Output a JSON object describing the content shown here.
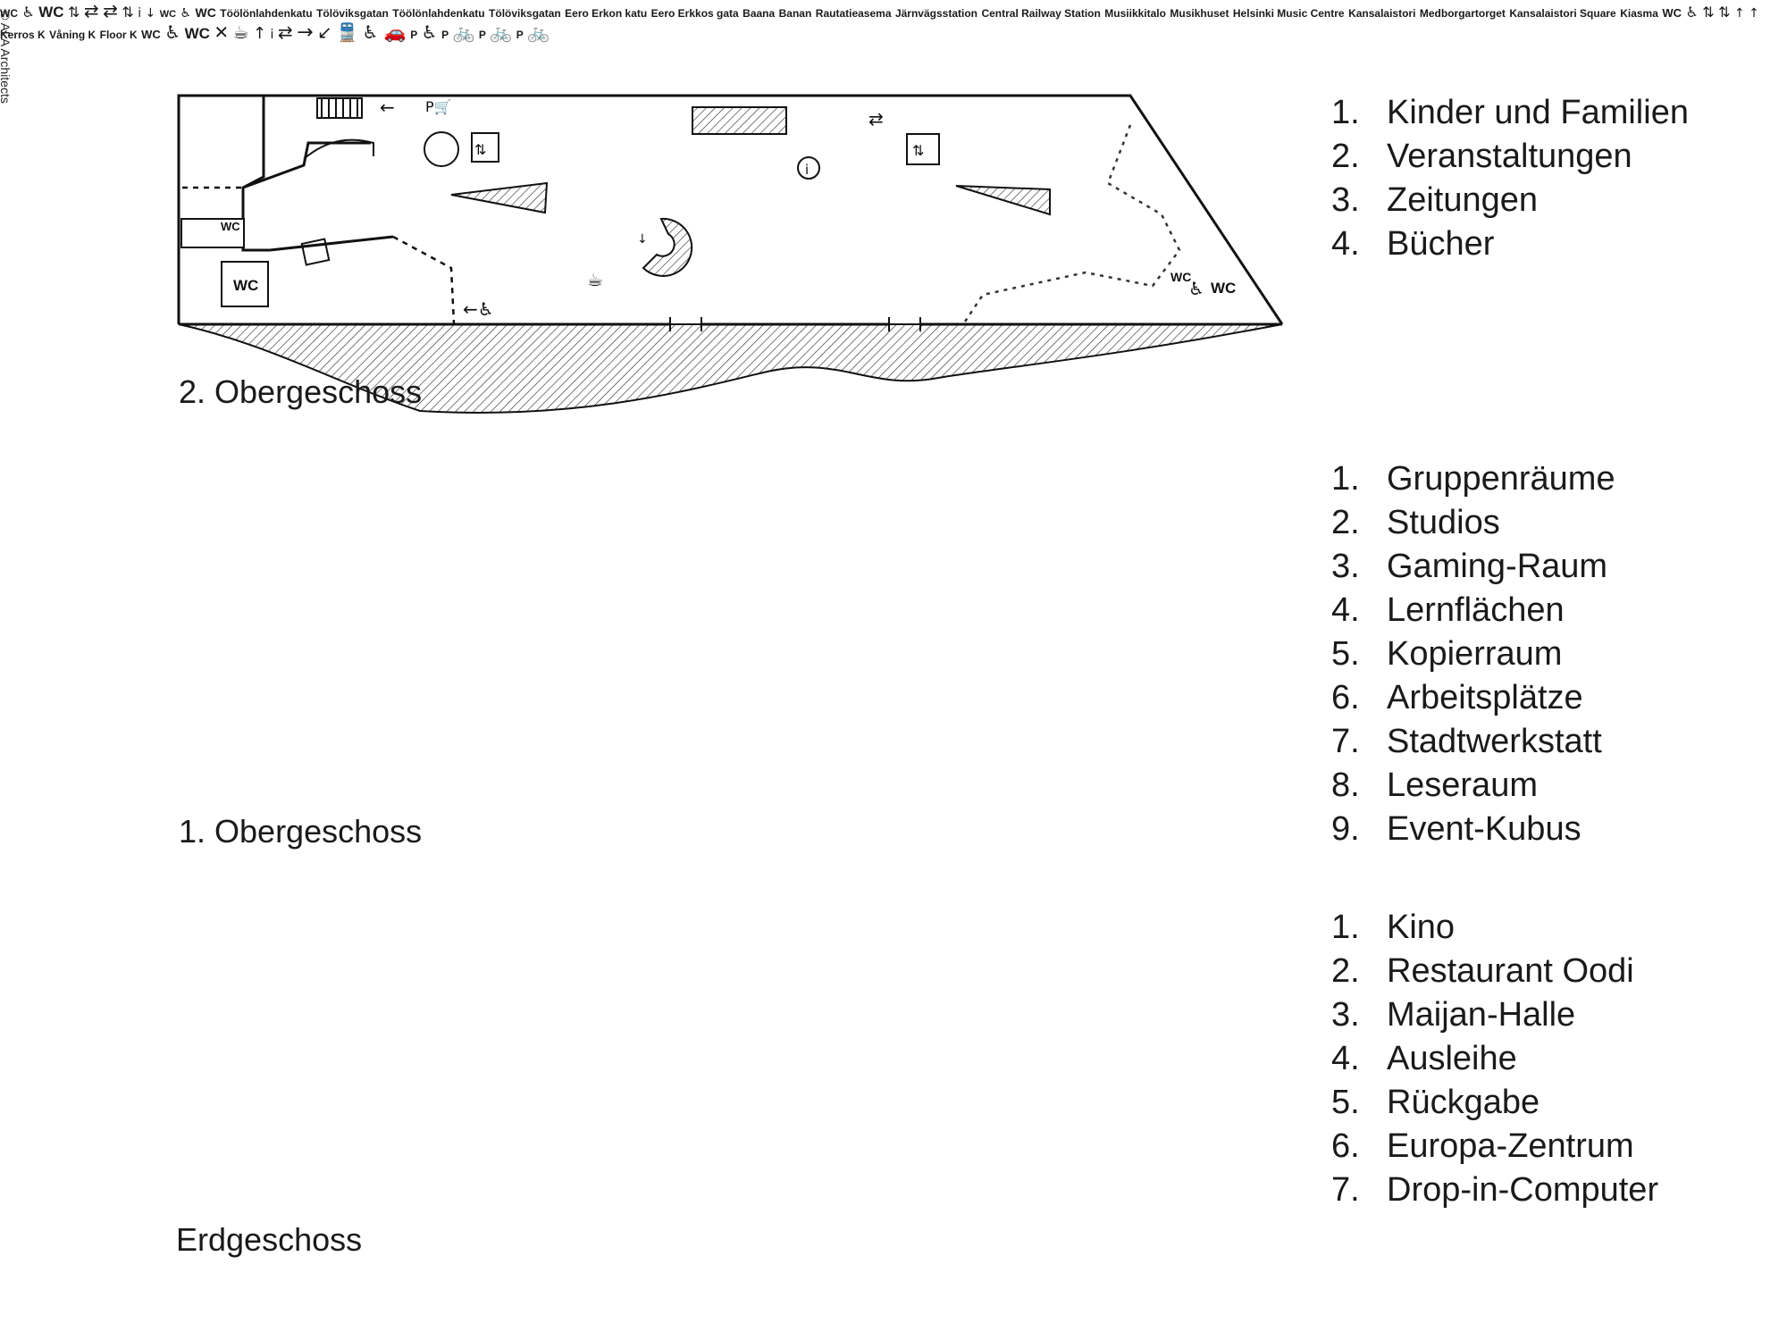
{
  "credit": "© ALA Architects",
  "floors": [
    {
      "title": "2. Obergeschoss",
      "legend": [
        "Kinder und Familien",
        "Veranstaltungen",
        "Zeitungen",
        "Bücher"
      ]
    },
    {
      "title": "1. Obergeschoss",
      "legend": [
        "Gruppenräume",
        "Studios",
        "Gaming-Raum",
        "Lernflächen",
        "Kopierraum",
        "Arbeitsplätze",
        "Stadtwerkstatt",
        "Leseraum",
        "Event-Kubus"
      ]
    },
    {
      "title": "Erdgeschoss",
      "legend": [
        "Kino",
        "Restaurant Oodi",
        "Maijan-Halle",
        "Ausleihe",
        "Rückgabe",
        "Europa-Zentrum",
        "Drop-in-Computer"
      ]
    }
  ],
  "symbols": {
    "wc": "WC",
    "parking": "P",
    "floor_k": [
      "Kerros K",
      "Våning K",
      "Floor K"
    ]
  },
  "streets": {
    "top": [
      "Töölönlahdenkatu",
      "Tölöviksgatan"
    ],
    "left": [
      "Töölönlahdenkatu",
      "Tölöviksgatan"
    ],
    "right": [
      "Eero Erkon katu",
      "Eero Erkkos gata"
    ],
    "banan": [
      "Baana",
      "Banan"
    ],
    "station": [
      "Rautatieasema",
      "Järnvägsstation",
      "Central Railway Station"
    ],
    "music": [
      "Musiikkitalo",
      "Musikhuset",
      "Helsinki Music Centre"
    ],
    "square": [
      "Kansalaistori",
      "Medborgartorget",
      "Kansalaistori Square"
    ],
    "kiasma": "Kiasma"
  },
  "icons": [
    "elevator-icon",
    "escalator-icon",
    "info-icon",
    "wheelchair-icon",
    "stroller-icon",
    "cafe-icon",
    "restaurant-icon",
    "bicycle-icon",
    "train-icon",
    "taxi-icon",
    "stairs-icon"
  ]
}
